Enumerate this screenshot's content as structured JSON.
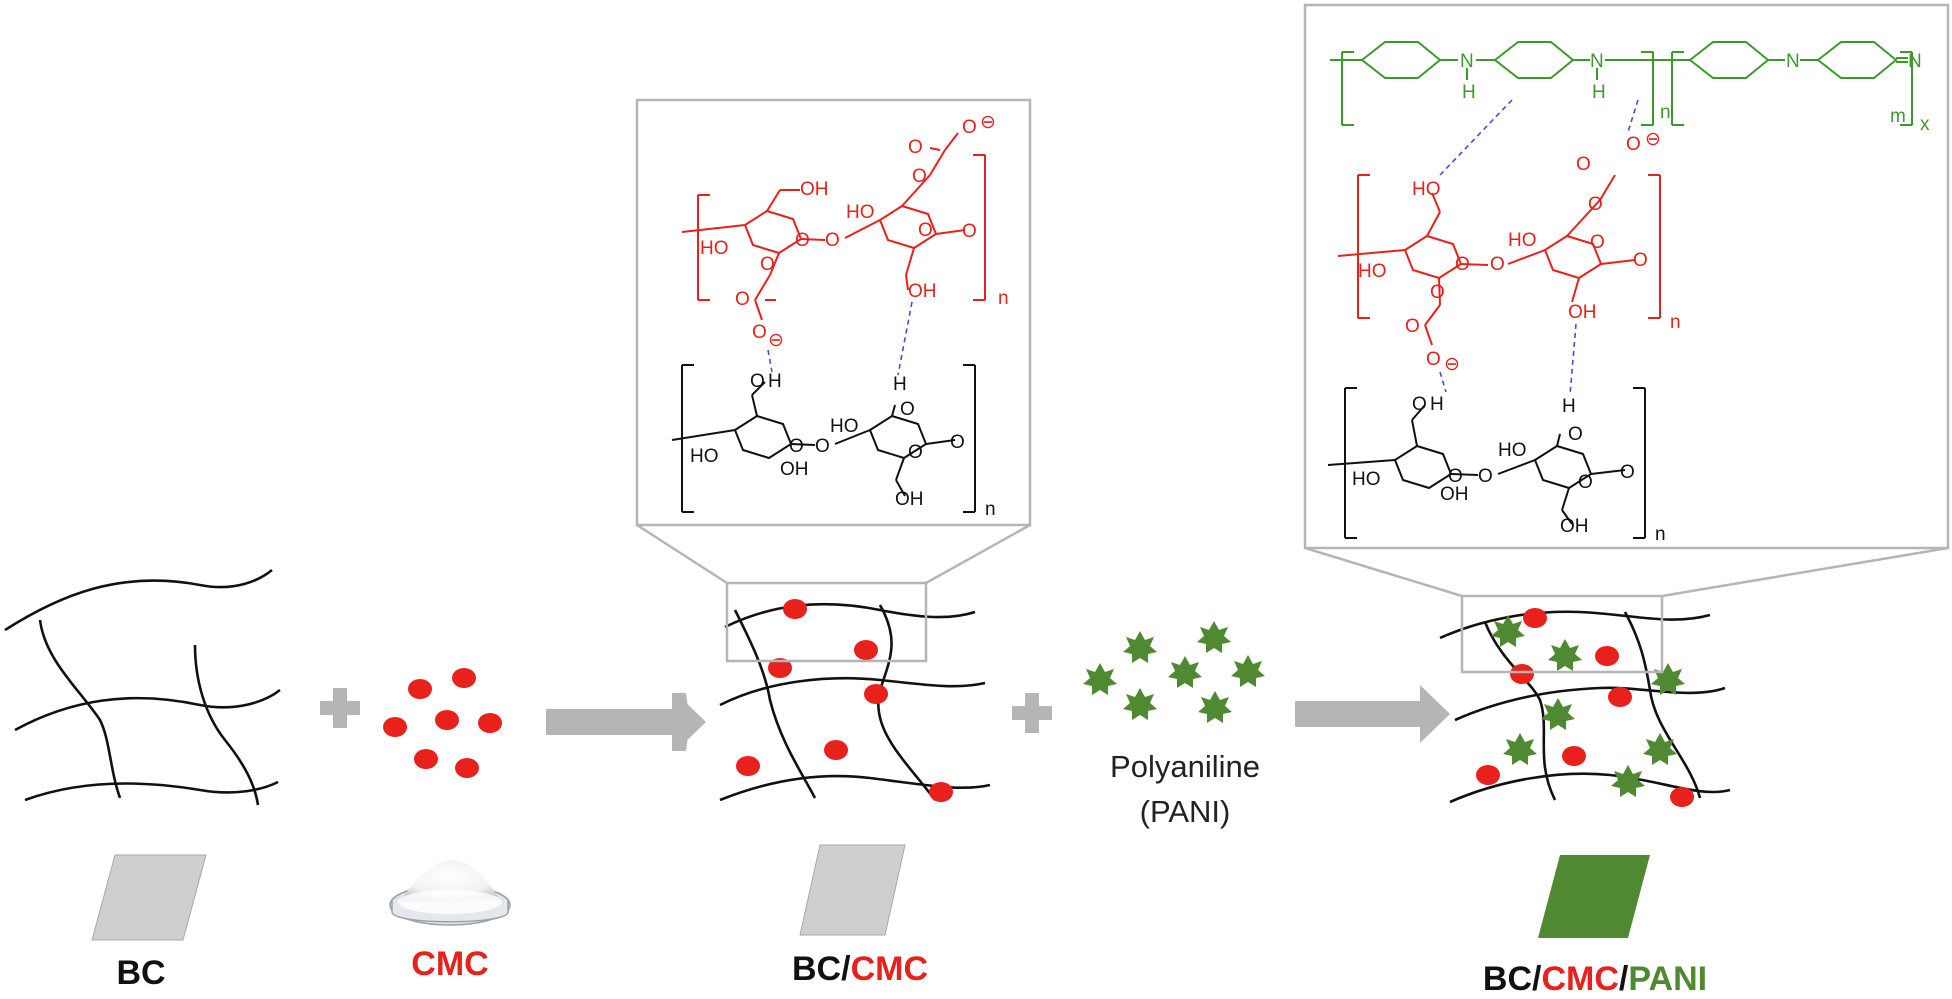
{
  "colors": {
    "cellulose": "#111111",
    "cmc": "#e8211c",
    "pani": "#4f8a32",
    "pani_struct": "#3c9a2a",
    "gray": "#b5b5b5",
    "hbond": "#4a4ad6",
    "sheet_gray": "#cfcfcf"
  },
  "labels": {
    "bc": "BC",
    "cmc": "CMC",
    "bc_cmc_bc": "BC",
    "bc_cmc_sep": "/",
    "bc_cmc_cmc": "CMC",
    "triple_bc": "BC",
    "triple_sep1": "/",
    "triple_cmc": "CMC",
    "triple_sep2": "/",
    "triple_pani": "PANI",
    "pani_name": "Polyaniline",
    "pani_abbr": "(PANI)"
  },
  "chem": {
    "oh": "OH",
    "ho": "HO",
    "o": "O",
    "h": "H",
    "n": "N",
    "repeat_n": "n",
    "repeat_m": "m",
    "repeat_x": "x",
    "minus": "⊖"
  },
  "icons": [
    "plus-icon",
    "arrow-right-icon",
    "cmc-dot-icon",
    "pani-star-icon",
    "cmc-powder-dish-icon"
  ]
}
